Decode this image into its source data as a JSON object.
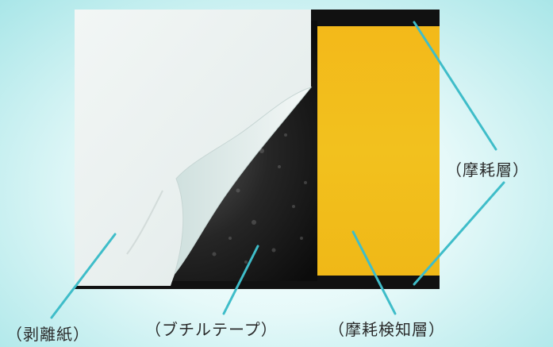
{
  "labels": {
    "release_paper": "（剥離紙）",
    "butyl_tape": "（ブチルテープ）",
    "wear_detection_layer": "（摩耗検知層）",
    "wear_layer": "（摩耗層）"
  },
  "colors": {
    "background_edge": "#a9e6e8",
    "black_band": "#111111",
    "butyl": "#1b1b1b",
    "yellow": "#f0bb1a",
    "release_paper": "#eef3f2",
    "leader_line": "#3fbdc9"
  }
}
